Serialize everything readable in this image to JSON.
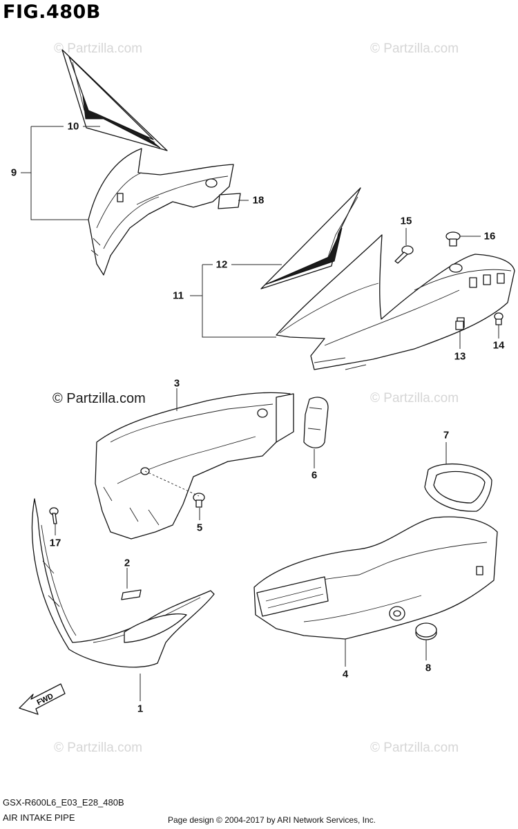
{
  "figure": {
    "title": "FIG.480B",
    "code": "GSX-R600L6_E03_E28_480B",
    "name": "AIR INTAKE PIPE",
    "credit": "Page design © 2004-2017 by ARI Network Services, Inc."
  },
  "watermark": {
    "text": "© Partzilla.com"
  },
  "callouts": [
    "1",
    "2",
    "3",
    "4",
    "5",
    "6",
    "7",
    "8",
    "9",
    "10",
    "11",
    "12",
    "13",
    "14",
    "15",
    "16",
    "17",
    "18"
  ],
  "direction_arrow": {
    "label": "FWD"
  },
  "colors": {
    "ink": "#111111",
    "watermark": "#d6d6d6"
  }
}
